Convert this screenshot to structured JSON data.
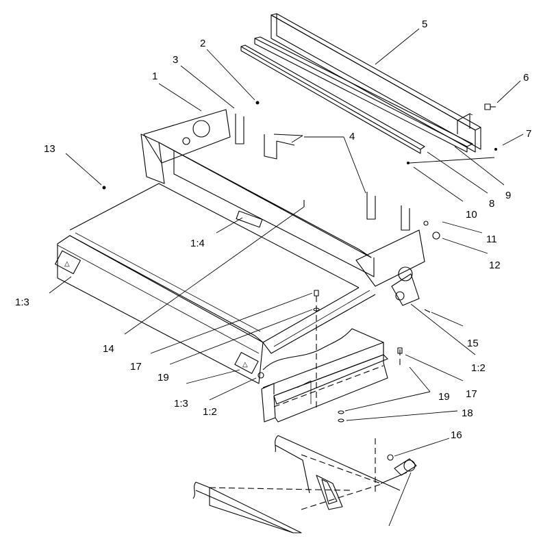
{
  "callouts": {
    "c1": "1",
    "c2": "2",
    "c3": "3",
    "c4": "4",
    "c5": "5",
    "c6": "6",
    "c7": "7",
    "c8": "8",
    "c9": "9",
    "c10": "10",
    "c11": "11",
    "c12": "12",
    "c13": "13",
    "c14": "14",
    "c15": "15",
    "c16": "16",
    "c17a": "17",
    "c17b": "17",
    "c18": "18",
    "c19a": "19",
    "c19b": "19",
    "r13a": "1:3",
    "r13b": "1:3",
    "r14": "1:4",
    "r12a": "1:2",
    "r12b": "1:2"
  }
}
